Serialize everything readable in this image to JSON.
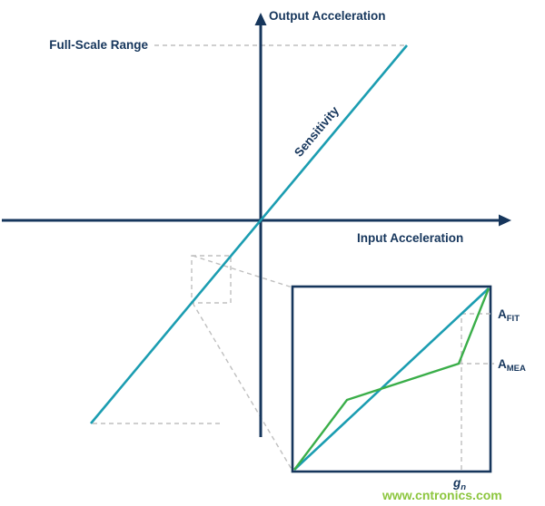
{
  "figure": {
    "y_axis_label": "Output Acceleration",
    "x_axis_label": "Input Acceleration",
    "full_scale_label": "Full-Scale Range",
    "sensitivity_label": "Sensitivity",
    "inset": {
      "a_fit_base": "A",
      "a_fit_sub": "FIT",
      "a_mea_base": "A",
      "a_mea_sub": "MEA",
      "g_base": "g",
      "g_sub": "n"
    },
    "watermark": "www.cntronics.com",
    "colors": {
      "axis_navy": "#16365c",
      "line_teal": "#1b9db1",
      "line_green": "#3aae49",
      "dash_gray": "#bfbfbf",
      "watermark_green": "#8cc63e"
    }
  }
}
